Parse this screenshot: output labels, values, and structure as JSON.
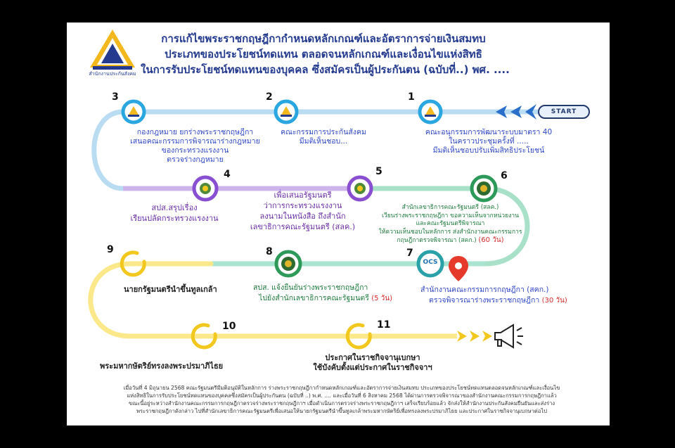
{
  "header": {
    "logo_caption": "สำนักงานประกันสังคม",
    "title_line1": "การแก้ไขพระราชกฤษฎีกากำหนดหลักเกณฑ์และอัตราการจ่ายเงินสมทบ",
    "title_line2": "ประเภทของประโยชน์ทดแทน ตลอดจนหลักเกณฑ์และเงื่อนไขแห่งสิทธิ",
    "title_line3": "ในการรับประโยชน์ทดแทนของบุคคล ซึ่งสมัครเป็นผู้ประกันตน (ฉบับที่..) พศ. ...."
  },
  "start_label": "START",
  "steps": [
    {
      "num": "1",
      "lines": [
        "คณะอนุกรรมการพัฒนาระบบมาตรา 40",
        "ในคราวประชุมครั้งที่ .....",
        "มีมติเห็นชอบปรับเพิ่มสิทธิประโยชน์"
      ]
    },
    {
      "num": "2",
      "lines": [
        "คณะกรรมการประกันสังคม",
        "มีมติเห็นชอบ..."
      ]
    },
    {
      "num": "3",
      "lines": [
        "กองกฎหมาย ยกร่างพระราชกฤษฎีกา",
        "เสนอคณะกรรมการพิจารณาร่างกฎหมาย",
        "ของกระทรวงแรงงาน",
        "ตรวจร่างกฎหมาย"
      ]
    },
    {
      "num": "4",
      "lines": [
        "สปส.สรุปเรื่อง",
        "เรียนปลัดกระทรวงแรงงาน"
      ]
    },
    {
      "num": "5",
      "lines": [
        "เพื่อเสนอรัฐมนตรี",
        "ว่าการกระทรวงแรงงาน",
        "ลงนามในหนังสือ ถึงสำนัก",
        "เลขาธิการคณะรัฐมนตรี (สลค.)"
      ]
    },
    {
      "num": "6",
      "lines": [
        "สำนักเลขาธิการคณะรัฐมนตรี (สลค.)",
        "เวียนร่างพระราชกฤษฎีกา ขอความเห็นจากหน่วยงาน",
        "และคณะรัฐมนตรีพิจารณา",
        "ให้ความเห็นชอบในหลักการ ส่งสำนักงานคณะกรรมการ",
        "กฤษฎีกาตรวจพิจารณา (สคก.)"
      ],
      "days": "(60 วัน)"
    },
    {
      "num": "7",
      "lines": [
        "สำนักงานคณะกรรมการกฤษฎีกา (สคก.)",
        "ตรวจพิจารณาร่างพระราชกฤษฎีกา"
      ],
      "days": "(30 วัน)",
      "logo_text": "OCS"
    },
    {
      "num": "8",
      "lines": [
        "สปส. แจ้งยืนยันร่างพระราชกฤษฎีกา",
        "ไปยังสำนักเลขาธิการคณะรัฐมนตรี"
      ],
      "days": "(5 วัน)"
    },
    {
      "num": "9",
      "lines": [
        "นายกรัฐมนตรีนำขึ้นทูลเกล้า"
      ]
    },
    {
      "num": "10",
      "lines": [
        "พระมหากษัตริย์ทรงลงพระปรมาภิไธย"
      ]
    },
    {
      "num": "11",
      "lines": [
        "ประกาศในราชกิจจานุเบกษา",
        "ใช้บังคับตั้งแต่ประกาศในราชกิจจาฯ"
      ]
    }
  ],
  "footer": {
    "line1": "เมื่อวันที่ 4 มิถุนายน 2568 คณะรัฐมนตรีมีมติอนุมัติในหลักการ ร่างพระราชกฤษฎีกากำหนดหลักเกณฑ์และอัตราการจ่ายเงินสมทบ ประเภทของประโยชน์ทดแทนตลอดจนหลักเกณฑ์และเงื่อนไข",
    "line2": "แห่งสิทธิในการรับประโยชน์ทดแทนของบุคคลซึ่งสมัครเป็นผู้ประกันตน (ฉบับที่ ..) พ.ศ. .... และเมื่อวันที่ 6 สิงหาคม 2568 ได้ผ่านการตรวจพิจารณาของสำนักงานคณะกรรมการกฤษฎีกาแล้ว",
    "line3": "ขณะนี้อยู่ระหว่างสำนักงานคณะกรรมการกฤษฎีกาตรวจร่างพระราชกฤษฎีกาฯ เมื่อดำเนินการตรวจร่างพระราชกฤษฎีกาฯ เสร็จเรียบร้อยแล้ว จักส่งให้สำนักงานประกันสังคมยืนยันและส่งร่าง",
    "line4": "พระราชกฤษฎีกาดังกล่าว ไปที่สำนักเลขาธิการคณะรัฐมนตรีเพื่อเสนอให้นายกรัฐมนตรีนำขึ้นทูลเกล้าพระมหากษัตริย์เพื่อทรงลงพระปรมาภิไธย และประกาศในราชกิจจานุเบกษาต่อไป"
  },
  "colors": {
    "title": "#233a8f",
    "row1_line": "#b9dcf2",
    "row2_line": "#c8a8e8",
    "row2_line_green": "#a8e0c8",
    "row3_line": "#a8e4d0",
    "row3_line_yellow": "#fbe88a",
    "row4_line": "#fbe88a",
    "blue_ring": "#2aa6e0",
    "purple_ring": "#8a4fd0",
    "green_ring": "#2e9a5a",
    "yellow_ring": "#f2c81e",
    "pin": "#e53a2b"
  }
}
